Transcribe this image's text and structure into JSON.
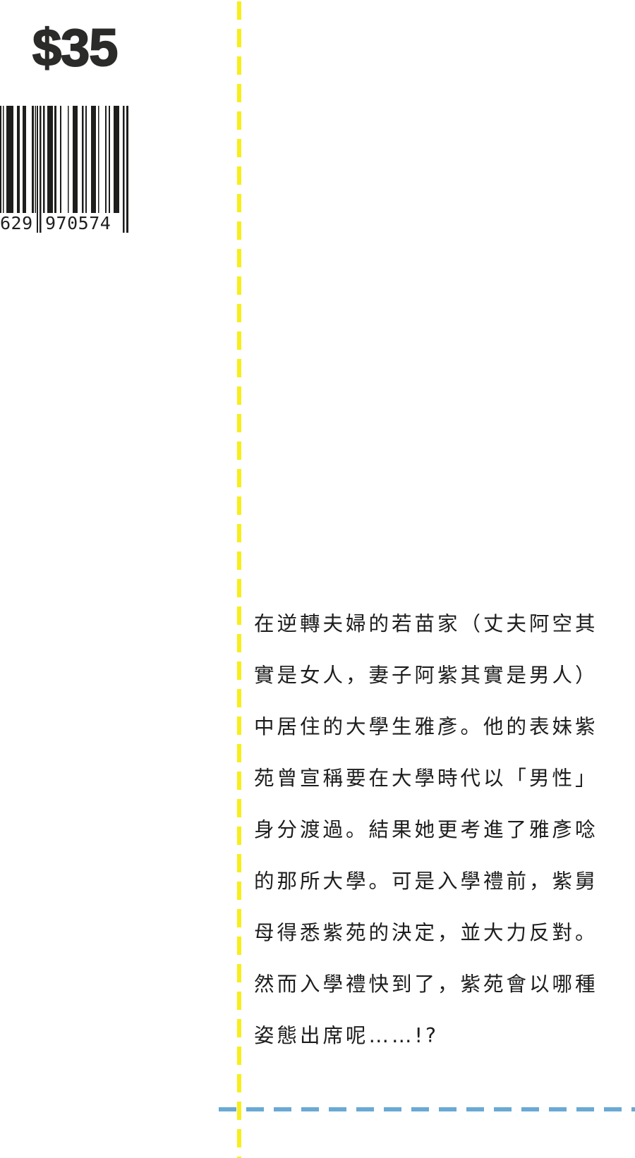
{
  "cover": {
    "price": "$35",
    "barcode": {
      "digits_left": "629",
      "digits_right": "970574"
    },
    "synopsis": {
      "lines": [
        "在逆轉夫婦的若苗家（丈夫阿空其",
        "實是女人，妻子阿紫其實是男人）",
        "中居住的大學生雅彥。他的表妹紫",
        "苑曾宣稱要在大學時代以「男性」",
        "身分渡過。結果她更考進了雅彥唸",
        "的那所大學。可是入學禮前，紫舅",
        "母得悉紫苑的決定，並大力反對。",
        "然而入學禮快到了，紫苑會以哪種",
        "姿態出席呢……!?"
      ]
    }
  },
  "colors": {
    "background": "#ffffff",
    "text": "#1d1d1d",
    "price": "#2b2b29",
    "yellow_rule": "#f7ee1a",
    "blue_rule": "#6aa9d4"
  }
}
